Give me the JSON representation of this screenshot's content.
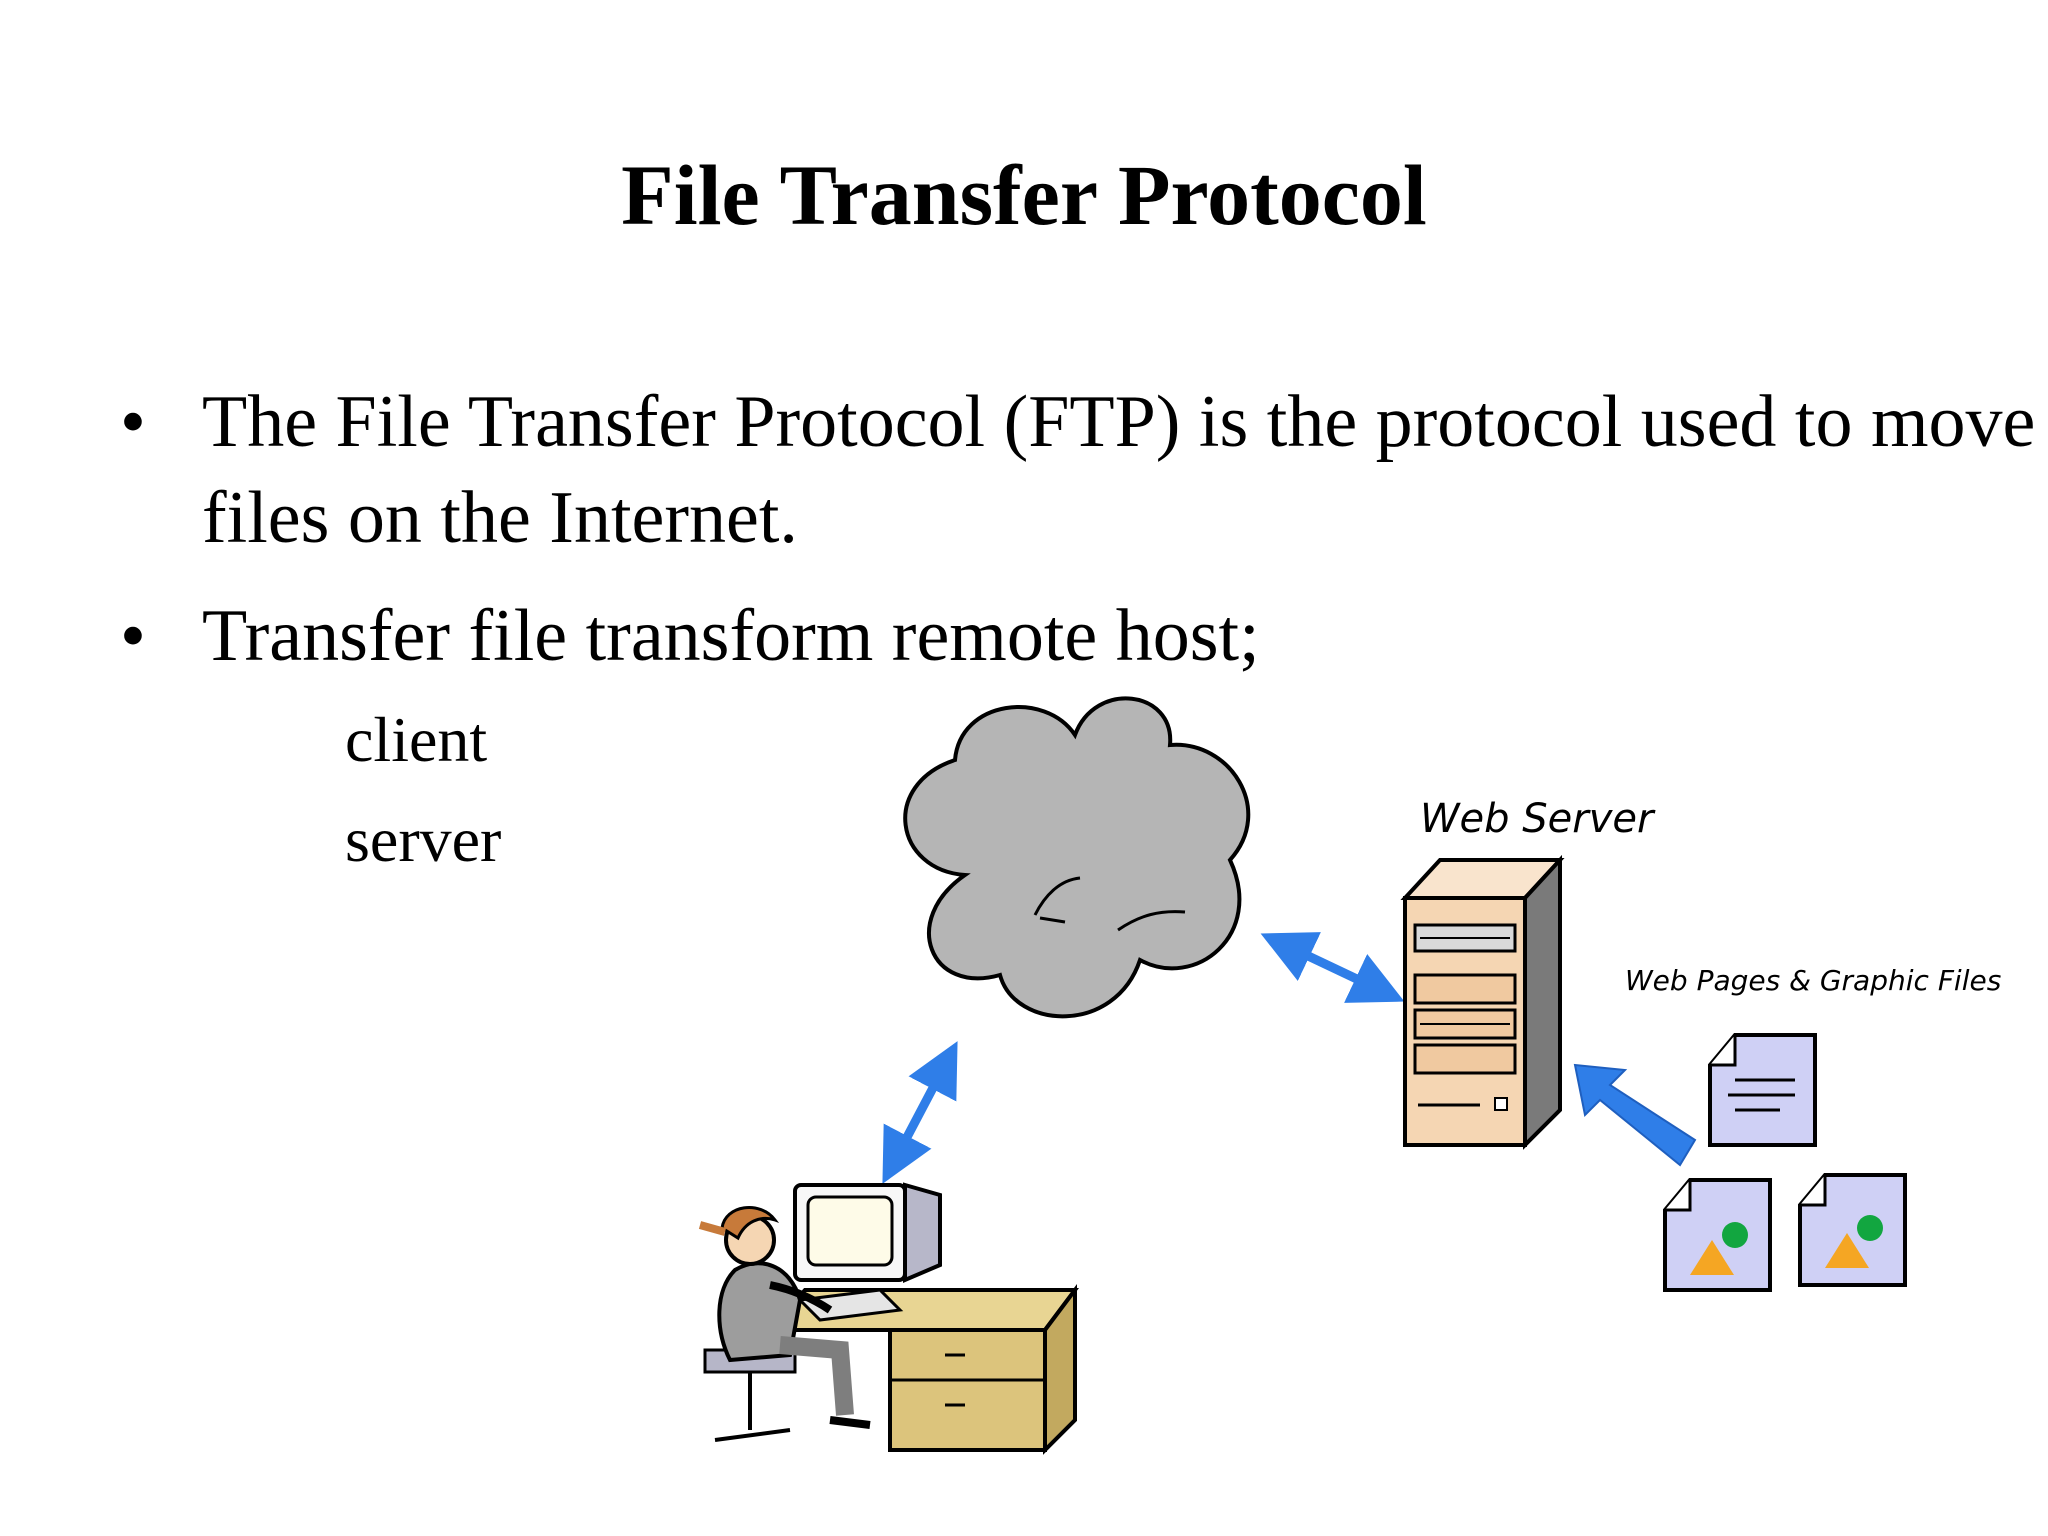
{
  "slide": {
    "title": "File Transfer Protocol",
    "bullets": [
      "The File Transfer Protocol (FTP) is the protocol used to move files on the Internet.",
      "Transfer file transform remote host;"
    ],
    "sub_items": [
      "client",
      "server"
    ]
  },
  "diagram": {
    "server_label": "Web Server",
    "files_label": "Web Pages & Graphic Files",
    "colors": {
      "cloud": "#b5b5b5",
      "arrow": "#2f7ee8",
      "server": "#f5d6b3",
      "desk": "#dcc47c",
      "file": "#cfd0f5",
      "triangle": "#f5a623",
      "dot": "#12a640"
    }
  }
}
